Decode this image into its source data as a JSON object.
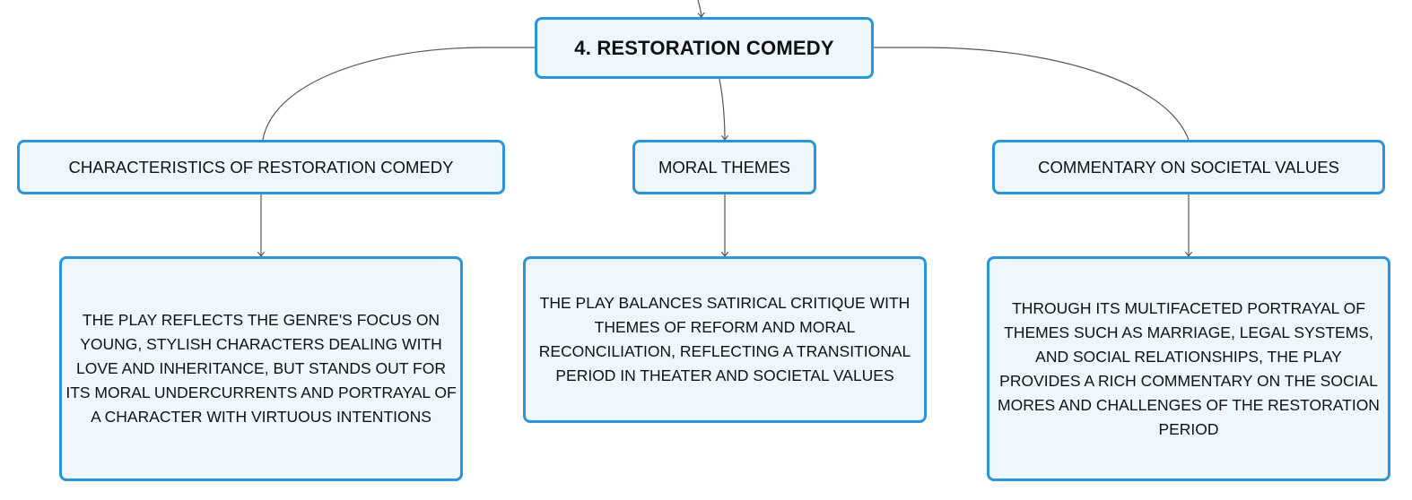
{
  "root": {
    "title": "4. RESTORATION COMEDY"
  },
  "branches": [
    {
      "title": "CHARACTERISTICS OF RESTORATION COMEDY",
      "detail": "THE PLAY REFLECTS THE GENRE'S FOCUS ON YOUNG, STYLISH CHARACTERS DEALING WITH LOVE AND INHERITANCE, BUT STANDS OUT FOR ITS MORAL UNDERCURRENTS AND PORTRAYAL OF A CHARACTER WITH VIRTUOUS INTENTIONS"
    },
    {
      "title": "MORAL THEMES",
      "detail": "THE PLAY BALANCES SATIRICAL CRITIQUE WITH THEMES OF REFORM AND MORAL RECONCILIATION, REFLECTING A TRANSITIONAL PERIOD IN THEATER AND SOCIETAL VALUES"
    },
    {
      "title": "COMMENTARY ON SOCIETAL VALUES",
      "detail": "THROUGH ITS MULTIFACETED PORTRAYAL OF THEMES SUCH AS MARRIAGE, LEGAL SYSTEMS, AND SOCIAL RELATIONSHIPS, THE PLAY PROVIDES A RICH COMMENTARY ON THE SOCIAL MORES AND CHALLENGES OF THE RESTORATION PERIOD"
    }
  ],
  "colors": {
    "node_border": "#2b95dc",
    "node_fill": "#eef7fd",
    "connector": "#555555"
  }
}
